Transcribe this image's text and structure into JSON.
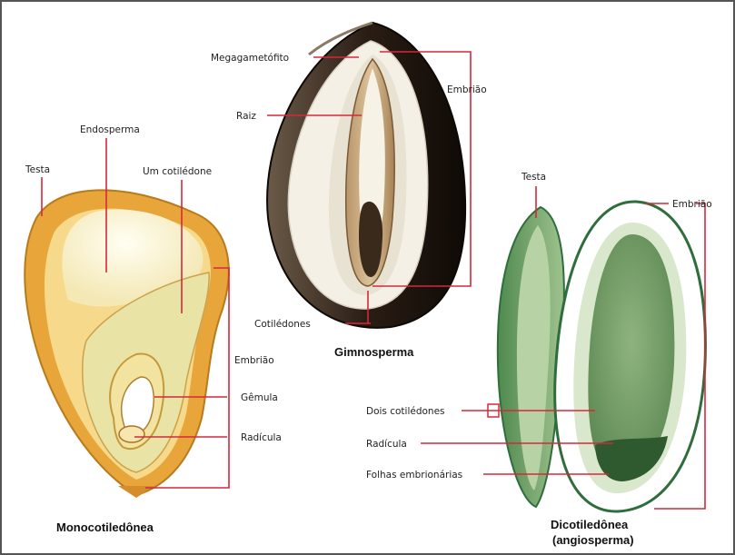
{
  "colors": {
    "leader": "#d6283c",
    "mono_seed_coat": "#e8a63a",
    "mono_endosperm": "#fbf6dc",
    "mono_cotyledon": "#e9e3a6",
    "gymno_coat": "#2a1d14",
    "gymno_embryo": "#c9a878",
    "dicot_coat": "#2f6e3c",
    "dicot_cotyledon": "#6f9a63"
  },
  "icons": [
    "monocot-seed-illustration",
    "gymnosperm-seed-illustration",
    "dicot-seed-illustration"
  ],
  "labels": {
    "mono": {
      "testa": "Testa",
      "endosperma": "Endosperma",
      "cotiledone": "Um cotilédone",
      "embriao": "Embrião",
      "gemula": "Gêmula",
      "radicula": "Radícula",
      "caption": "Monocotiledônea"
    },
    "gymno": {
      "megagametofito": "Megagametófito",
      "raiz": "Raiz",
      "embriao": "Embrião",
      "cotiledones": "Cotilédones",
      "caption": "Gimnosperma"
    },
    "dicot": {
      "testa": "Testa",
      "embriao": "Embrião",
      "dois_cotiledones": "Dois cotilédones",
      "radicula": "Radícula",
      "folhas": "Folhas embrionárias",
      "caption_line1": "Dicotiledônea",
      "caption_line2": "(angiosperma)"
    }
  }
}
